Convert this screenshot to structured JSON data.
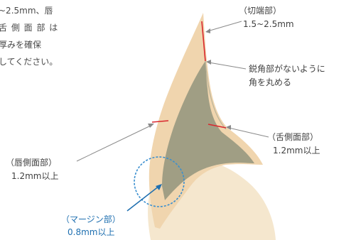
{
  "intro_text": {
    "lines": [
      "~2.5mm、唇",
      "舌 側 面 部 は",
      "厚みを確保",
      "してください。"
    ]
  },
  "labels": {
    "incisal": {
      "name": "（切端部）",
      "value": "1.5~2.5mm"
    },
    "rounded_corner": {
      "line1": "鋭角部がないように",
      "line2": "角を丸める"
    },
    "lingual": {
      "name": "（舌側面部）",
      "value": "1.2mm以上"
    },
    "labial": {
      "name": "（唇側面部）",
      "value": "1.2mm以上"
    },
    "margin": {
      "name": "（マージン部）",
      "value": "0.8mm以上"
    }
  },
  "colors": {
    "tooth_outer": "#f0d5ae",
    "tooth_core": "#a09e84",
    "stump": "#f5e7ce",
    "measure_line": "#d9272e",
    "margin_circle": "#3a8fcf",
    "margin_text": "#1e6fb0",
    "leader": "#8a8a8a"
  }
}
